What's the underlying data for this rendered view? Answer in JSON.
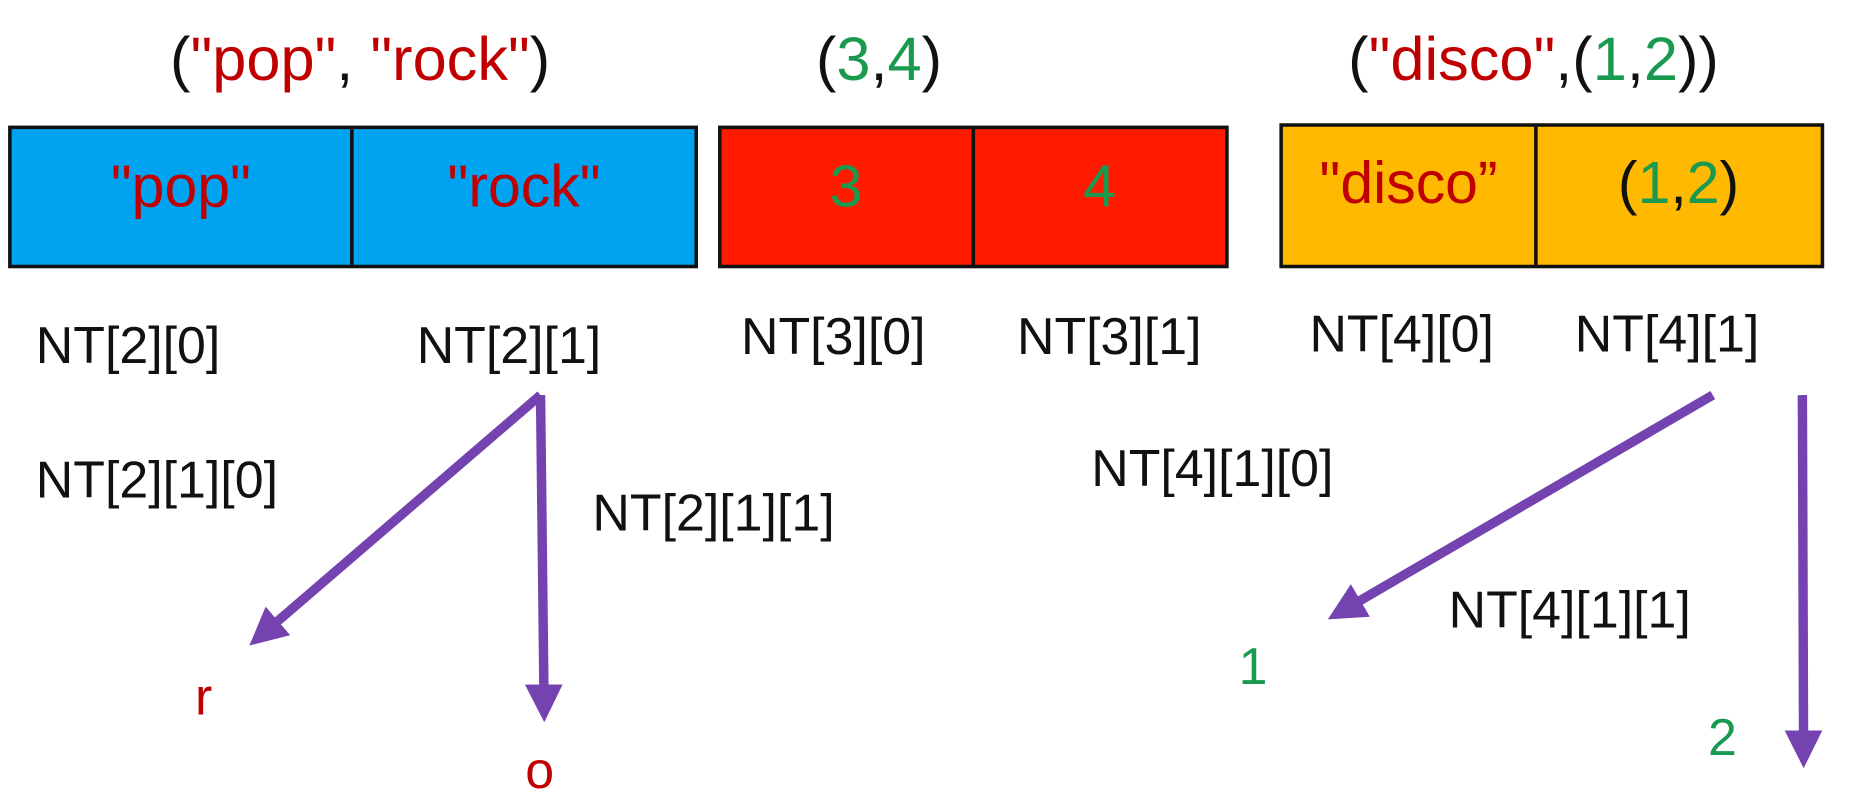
{
  "colors": {
    "box1": "#00a3ef",
    "box2": "#ff1a00",
    "box3": "#ffb900",
    "string_text": "#c00000",
    "number_text": "#1a9a50",
    "arrow": "#7443b0"
  },
  "tuples": [
    {
      "title": {
        "open": "(",
        "a": "\"pop\"",
        "sep": ", ",
        "b": "\"rock\"",
        "close": ")"
      },
      "cells": [
        "\"pop\"",
        "\"rock\""
      ],
      "index_labels": [
        "NT[2][0]",
        "NT[2][1]"
      ]
    },
    {
      "title": {
        "open": "(",
        "a": "3",
        "sep": ",",
        "b": "4",
        "close": ")"
      },
      "cells": [
        "3",
        "4"
      ],
      "index_labels": [
        "NT[3][0]",
        "NT[3][1]"
      ]
    },
    {
      "title": {
        "open": "(",
        "a": "\"disco\"",
        "sep": ",(",
        "b": "1",
        "sep2": ",",
        "c": "2",
        "close": "))"
      },
      "cells": [
        "\"disco”",
        {
          "open": "(",
          "a": "1",
          "sep": ",",
          "b": "2",
          "close": ")"
        }
      ],
      "index_labels": [
        "NT[4][0]",
        "NT[4][1]"
      ]
    }
  ],
  "nested_labels": [
    "NT[2][1][0]",
    "NT[2][1][1]",
    "NT[4][1][0]",
    "NT[4][1][1]"
  ],
  "leaves": [
    "r",
    "o",
    "1",
    "2"
  ]
}
